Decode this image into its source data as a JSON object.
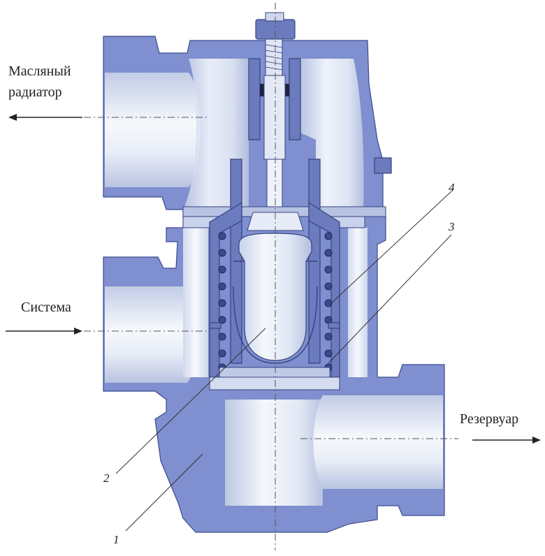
{
  "labels": {
    "oil_radiator_line1": "Масляный",
    "oil_radiator_line2": "радиатор",
    "system": "Система",
    "reservoir": "Резервуар"
  },
  "callouts": {
    "n1": "1",
    "n2": "2",
    "n3": "3",
    "n4": "4"
  },
  "colors": {
    "metal": "#7f8fcf",
    "metal_dark": "#6b7bbd",
    "bore_light": "#f2f5fb",
    "bore_mid": "#c9d3ea"
  }
}
